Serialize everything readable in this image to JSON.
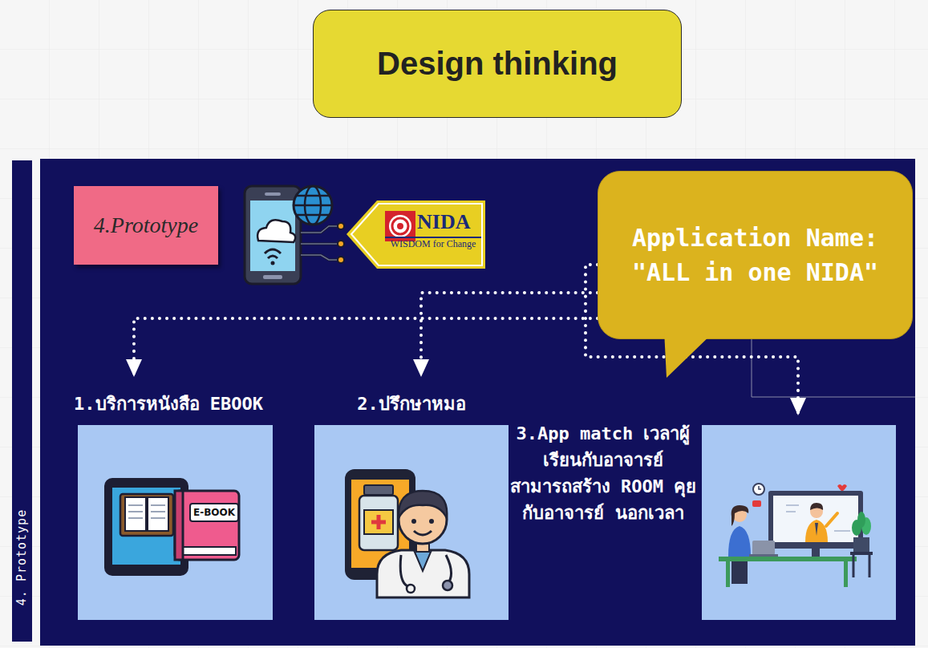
{
  "diagram": {
    "title": "Design thinking",
    "nodes": [
      {
        "text": [
          "4. Prototype"
        ]
      },
      {
        "text": [
          "4.Prototype"
        ]
      },
      {
        "text": [
          "NIDA",
          "WISDOM for Change"
        ]
      },
      {
        "text": [
          "Application Name: \"ALL in one NIDA\""
        ]
      },
      {
        "text": [
          "1.บริการหนังสือ EBOOK"
        ]
      },
      {
        "text": [
          "2.ปรึกษาหมอ"
        ]
      },
      {
        "text": [
          "3.App match เวลาผู้เรียนกับอาจารย์ สามารถสร้าง ROOM คุยกับอาจารย์ นอกเวลา"
        ]
      }
    ],
    "edges": [
      {
        "from": 3,
        "to": 4,
        "arrow": "to"
      },
      {
        "from": 3,
        "to": 5,
        "arrow": "to"
      },
      {
        "from": 3,
        "to": 6,
        "arrow": "to"
      }
    ],
    "labels": [
      "E-BOOK"
    ]
  }
}
